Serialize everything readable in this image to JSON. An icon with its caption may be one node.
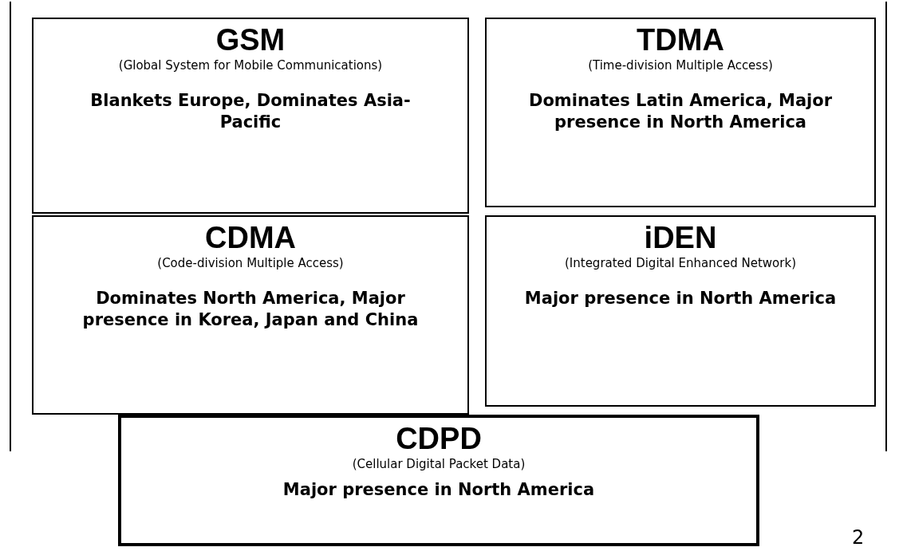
{
  "diagram": {
    "nodes": [
      {
        "text": [
          "GSM",
          "(Global System for Mobile Communications)",
          "Blankets Europe, Dominates Asia-Pacific"
        ]
      },
      {
        "text": [
          "TDMA",
          "(Time-division Multiple Access)",
          "Dominates Latin America, Major presence in North America"
        ]
      },
      {
        "text": [
          "CDMA",
          "(Code-division Multiple Access)",
          "Dominates North America, Major presence in Korea, Japan and China"
        ]
      },
      {
        "text": [
          "iDEN",
          "(Integrated Digital Enhanced Network)",
          "Major presence in North America"
        ]
      },
      {
        "text": [
          "CDPD",
          "(Cellular Digital Packet Data)",
          "Major presence in North America"
        ]
      }
    ],
    "labels": [
      "2"
    ]
  }
}
